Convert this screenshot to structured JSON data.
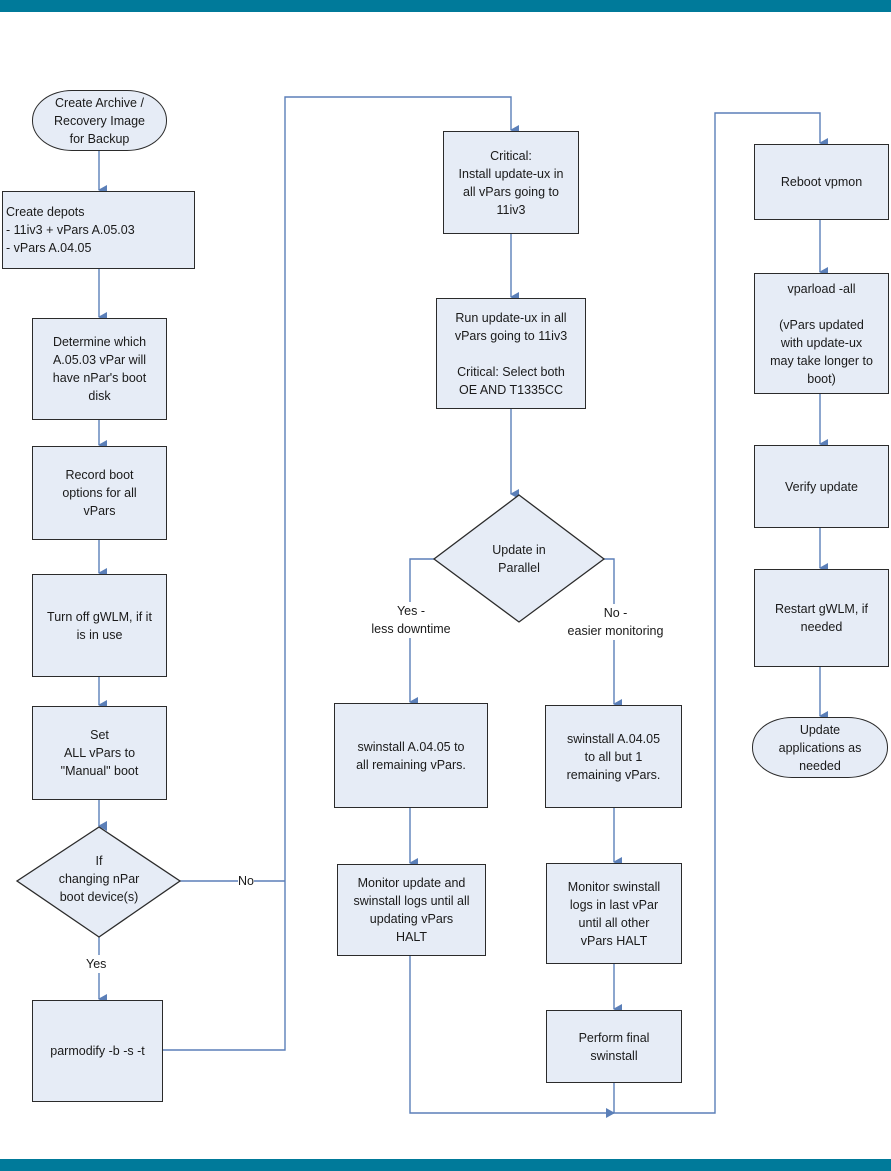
{
  "theme": {
    "bar_color": "#007A9A",
    "node_fill": "#E6ECF6",
    "connector_color": "#5B7FB8"
  },
  "nodes": {
    "start": "Create Archive /\nRecovery Image\nfor Backup",
    "create_depots": "Create depots\n - 11iv3 + vPars A.05.03\n - vPars A.04.05",
    "determine": "Determine which\nA.05.03 vPar will\nhave nPar's boot\ndisk",
    "record": "Record boot\noptions for all\nvPars",
    "turn_off": "Turn off gWLM, if it\nis in use",
    "set_manual": "Set\nALL vPars to\n\"Manual\" boot",
    "decision_npar": "If\nchanging nPar\nboot device(s)",
    "parmodify": "parmodify -b -s -t",
    "install_update_ux": "Critical:\nInstall update-ux in\nall vPars going to\n11iv3",
    "run_update_ux": "Run update-ux in all\nvPars going to 11iv3\n\nCritical: Select both\nOE AND T1335CC",
    "decision_parallel": "Update in\nParallel",
    "swinstall_all": "swinstall A.04.05 to\nall remaining vPars.",
    "monitor_all": "Monitor update and\nswinstall logs until all\nupdating vPars\nHALT",
    "swinstall_but_one": "swinstall A.04.05\nto all but 1\nremaining vPars.",
    "monitor_last": "Monitor swinstall\nlogs in last vPar\nuntil all other\nvPars HALT",
    "final_swinstall": "Perform final\nswinstall",
    "reboot": "Reboot vpmon",
    "vparload": "vparload -all\n\n(vPars updated\nwith update-ux\nmay take longer to\nboot)",
    "verify": "Verify update",
    "restart_gwlm": "Restart gWLM, if\nneeded",
    "end": "Update\napplications as\nneeded"
  },
  "labels": {
    "npar_no": "No",
    "npar_yes": "Yes",
    "parallel_yes": "Yes -\nless downtime",
    "parallel_no": "No -\neasier monitoring"
  }
}
